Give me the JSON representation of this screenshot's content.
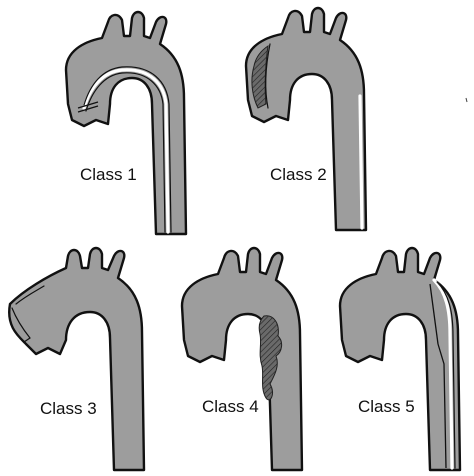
{
  "panels": [
    {
      "id": "class-1",
      "label": "Class 1"
    },
    {
      "id": "class-2",
      "label": "Class 2"
    },
    {
      "id": "class-3",
      "label": "Class 3"
    },
    {
      "id": "class-4",
      "label": "Class 4"
    },
    {
      "id": "class-5",
      "label": "Class 5"
    }
  ],
  "colors": {
    "vessel_fill": "#9d9d9d",
    "outline": "#111111",
    "lesion": "#6a6a6a",
    "background": "#ffffff"
  }
}
